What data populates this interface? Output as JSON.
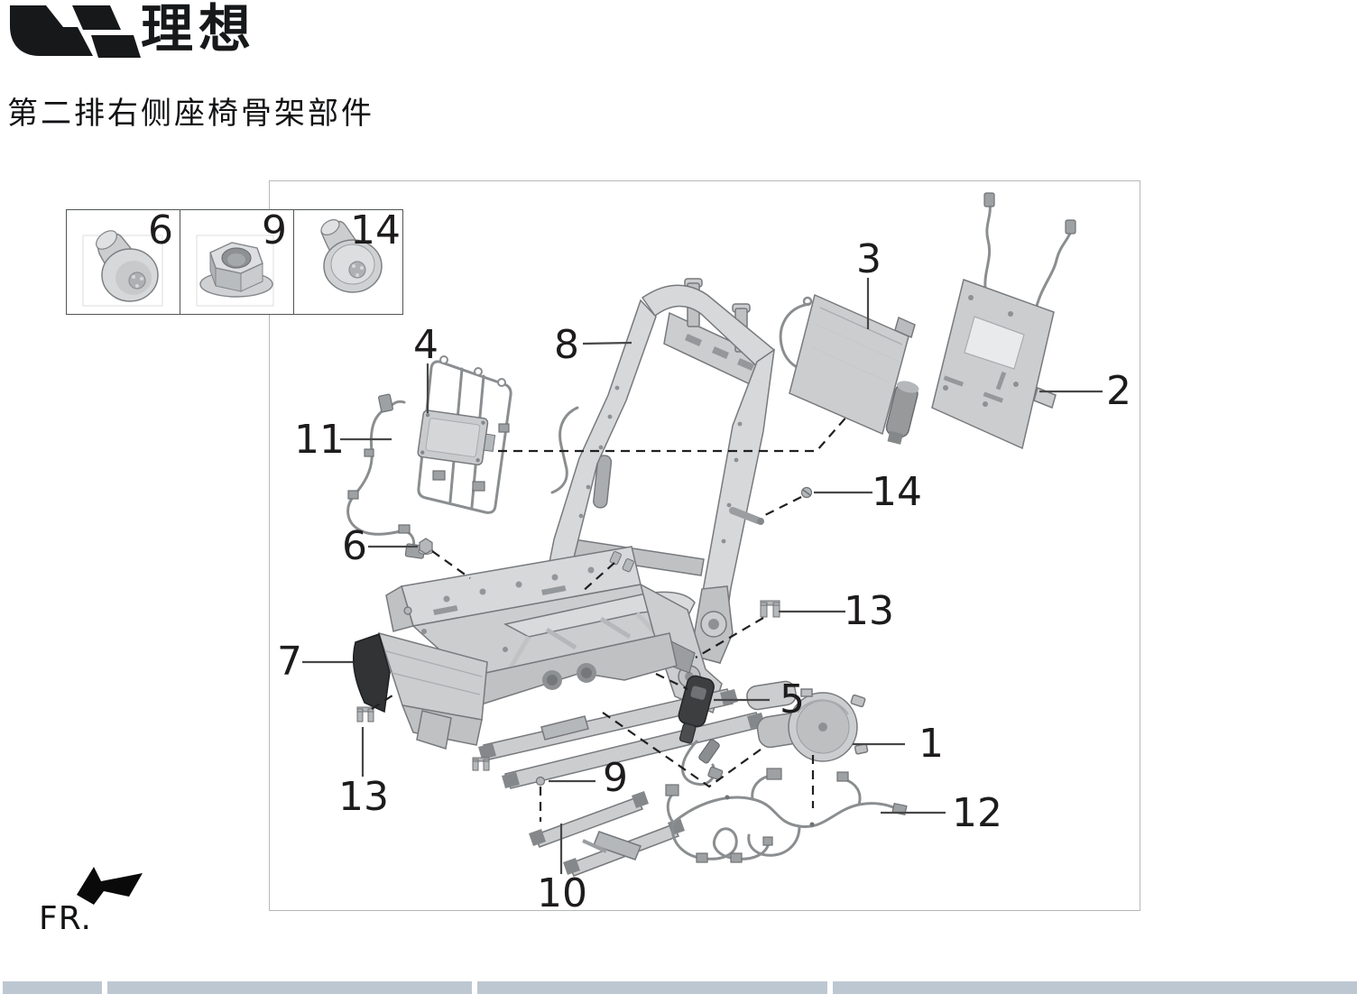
{
  "brand": {
    "logo_text": "理想"
  },
  "page": {
    "title": "第二排右侧座椅骨架部件"
  },
  "orientation": {
    "label": "FR."
  },
  "insets": {
    "cells": [
      {
        "label": "6"
      },
      {
        "label": "9"
      },
      {
        "label": "14"
      }
    ]
  },
  "callouts": [
    {
      "label": "4"
    },
    {
      "label": "8"
    },
    {
      "label": "3"
    },
    {
      "label": "2"
    },
    {
      "label": "11"
    },
    {
      "label": "14"
    },
    {
      "label": "6"
    },
    {
      "label": "13"
    },
    {
      "label": "7"
    },
    {
      "label": "5"
    },
    {
      "label": "1"
    },
    {
      "label": "13"
    },
    {
      "label": "9"
    },
    {
      "label": "12"
    },
    {
      "label": "10"
    }
  ]
}
